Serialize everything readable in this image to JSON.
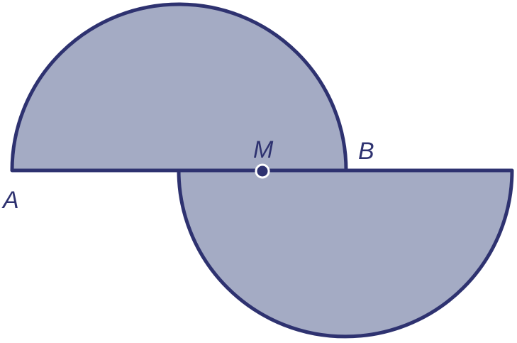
{
  "labels": {
    "a": "A",
    "m": "M",
    "b": "B"
  },
  "colors": {
    "fill": "#a4abc4",
    "stroke": "#2e3270",
    "point_outline": "#ffffff"
  }
}
